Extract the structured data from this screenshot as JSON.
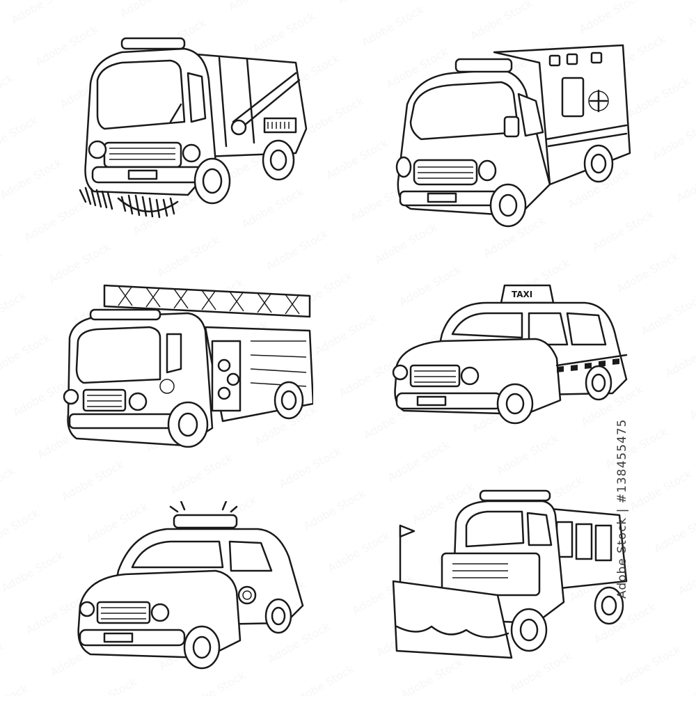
{
  "vehicles": [
    {
      "id": "street-sweeper"
    },
    {
      "id": "ambulance"
    },
    {
      "id": "fire-truck"
    },
    {
      "id": "taxi",
      "sign_text": "TAXI"
    },
    {
      "id": "police-car"
    },
    {
      "id": "snow-plow"
    }
  ],
  "side_text": "Adobe Stock | #138455475",
  "watermark": "Adobe Stock",
  "colors": {
    "line": "#1a1a1a",
    "background": "#ffffff"
  }
}
